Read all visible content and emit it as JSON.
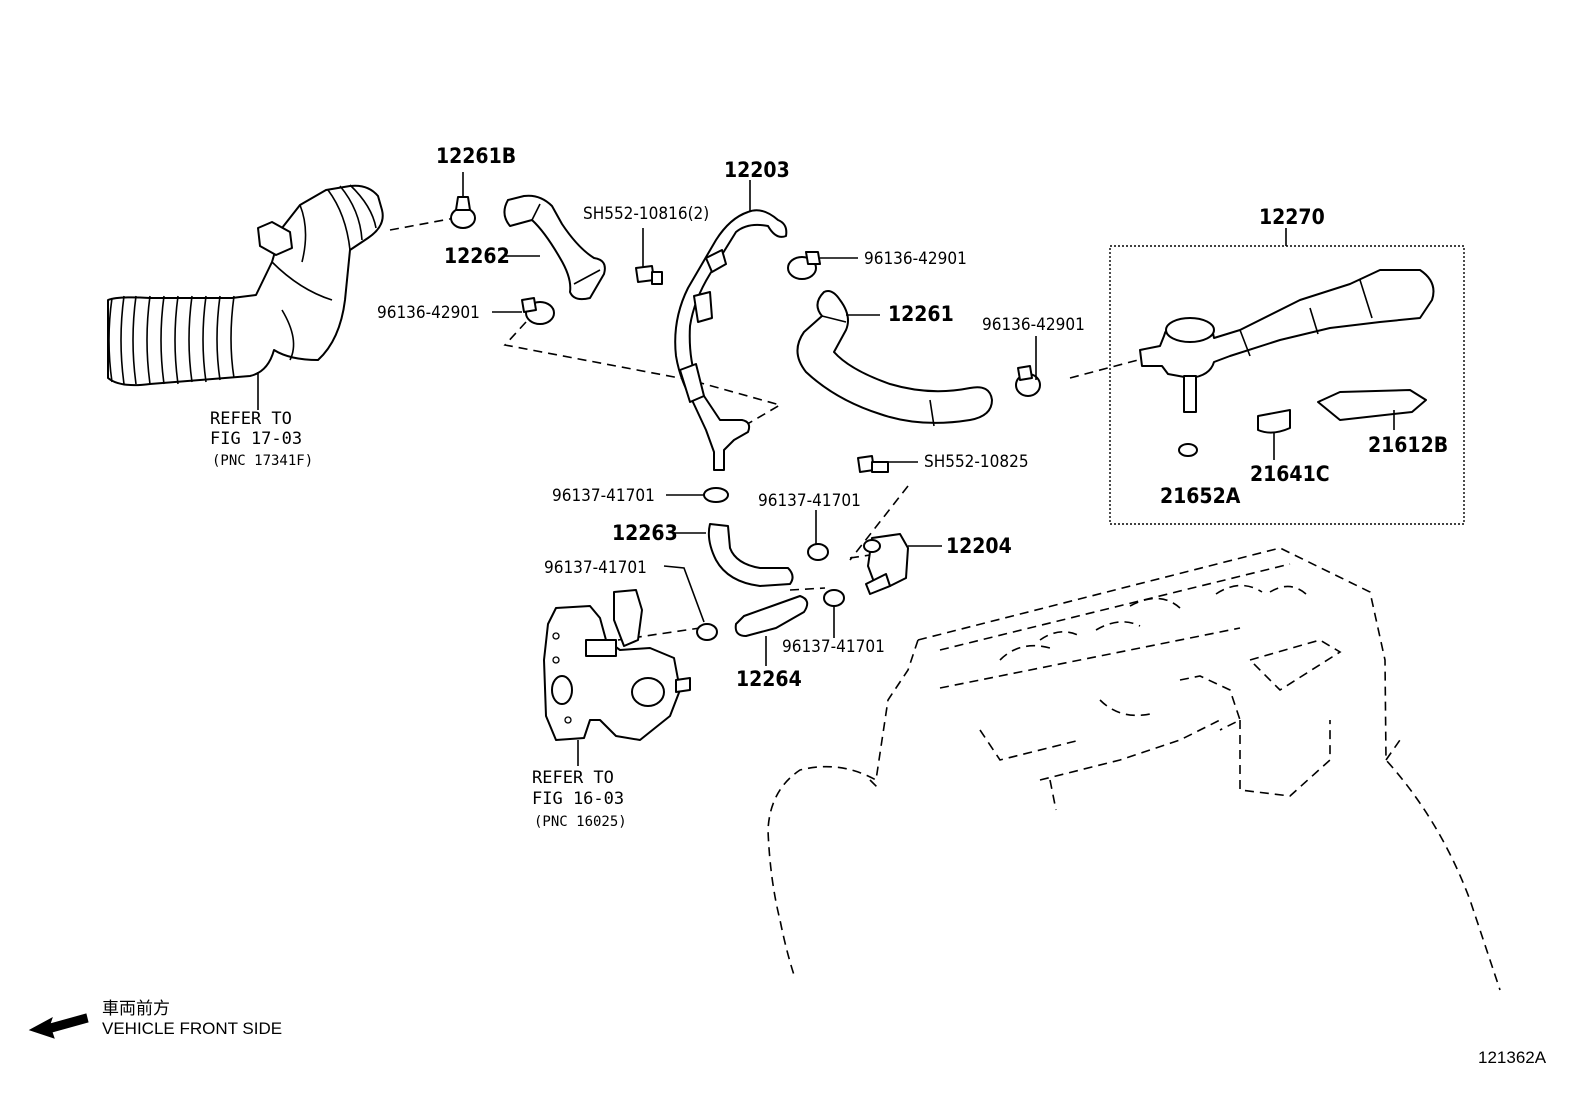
{
  "labels": {
    "p12261B": "12261B",
    "p12203": "12203",
    "p12262": "12262",
    "sh552_10816": "SH552-10816(2)",
    "c96136_a": "96136-42901",
    "c96136_b": "96136-42901",
    "p12261": "12261",
    "c96136_c": "96136-42901",
    "p12270": "12270",
    "sh552_10825": "SH552-10825",
    "c96137_a": "96137-41701",
    "c96137_b": "96137-41701",
    "p12263": "12263",
    "p12204": "12204",
    "c96137_c": "96137-41701",
    "p12264": "12264",
    "c96137_d": "96137-41701",
    "p21612B": "21612B",
    "p21641C": "21641C",
    "p21652A": "21652A"
  },
  "refer_top": {
    "line1": "REFER TO",
    "line2": "FIG 17-03",
    "line3": "(PNC 17341F)"
  },
  "refer_bottom": {
    "line1": "REFER TO",
    "line2": "FIG 16-03",
    "line3": "(PNC 16025)"
  },
  "direction": {
    "japanese": "車両前方",
    "english": "VEHICLE FRONT SIDE"
  },
  "figure_id": "121362A"
}
